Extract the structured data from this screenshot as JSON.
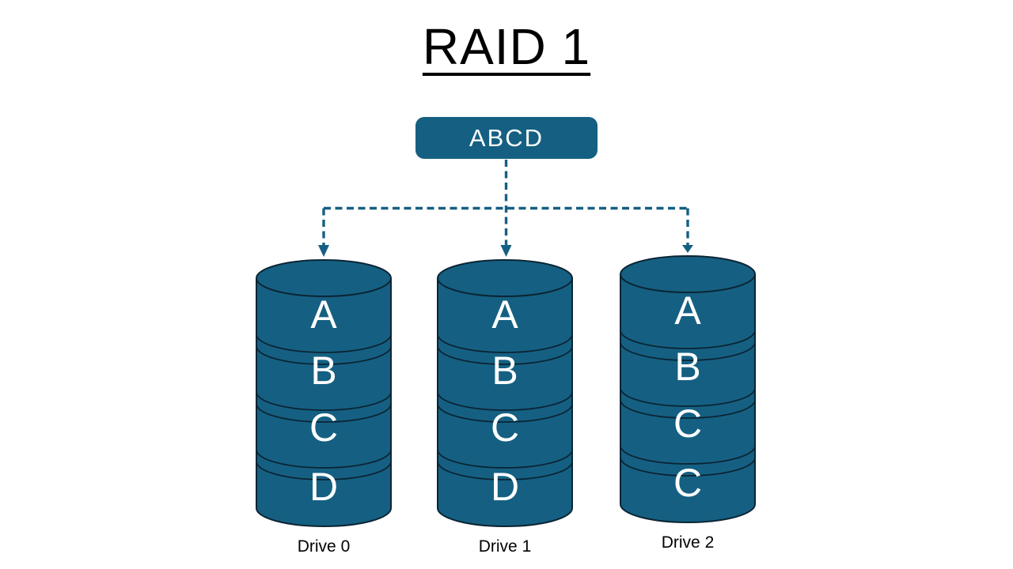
{
  "title": "RAID 1",
  "source": {
    "label": "ABCD"
  },
  "drives": [
    {
      "label": "Drive 0",
      "blocks": [
        "A",
        "B",
        "C",
        "D"
      ]
    },
    {
      "label": "Drive 1",
      "blocks": [
        "A",
        "B",
        "C",
        "D"
      ]
    },
    {
      "label": "Drive 2",
      "blocks": [
        "A",
        "B",
        "C",
        "C"
      ]
    }
  ],
  "colors": {
    "accent": "#156082",
    "outline": "#0b2535",
    "block_text": "#ffffff",
    "text": "#000000",
    "background": "#ffffff"
  }
}
